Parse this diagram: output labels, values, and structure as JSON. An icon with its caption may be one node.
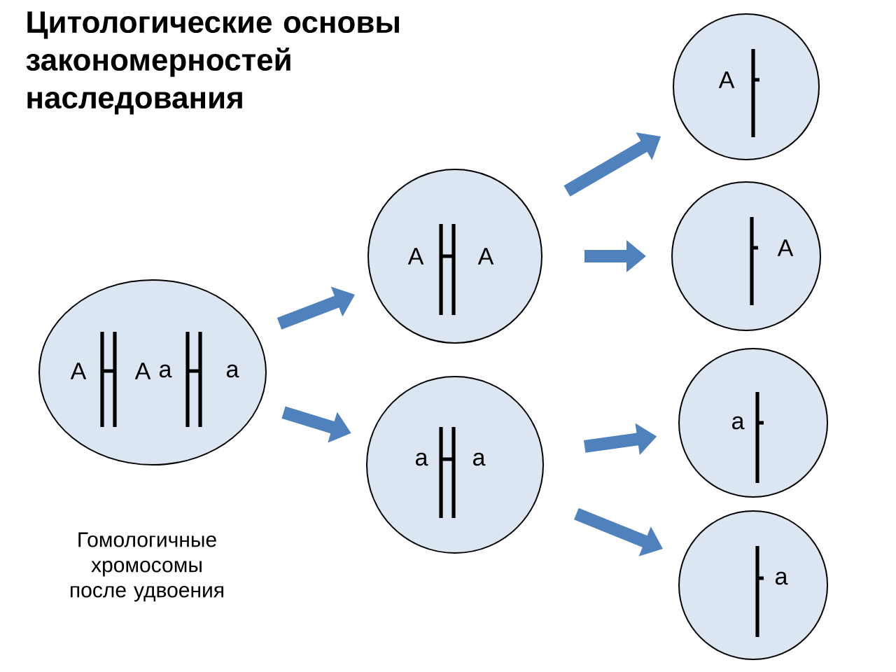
{
  "diagram": {
    "title": "Цитологические основы закономерностей наследования",
    "nodes": [
      {
        "text": [
          "A",
          "A",
          "a",
          "a"
        ],
        "beside": [
          "Гомологичные хромосомы после удвоения"
        ]
      },
      {
        "text": [
          "A",
          "A"
        ]
      },
      {
        "text": [
          "a",
          "a"
        ]
      },
      {
        "text": [
          "A"
        ]
      },
      {
        "text": [
          "A"
        ]
      },
      {
        "text": [
          "a"
        ]
      },
      {
        "text": [
          "a"
        ]
      }
    ],
    "edges": [
      {
        "from": 0,
        "to": 1,
        "arrow": "to"
      },
      {
        "from": 0,
        "to": 2,
        "arrow": "to"
      },
      {
        "from": 1,
        "to": 3,
        "arrow": "to"
      },
      {
        "from": 1,
        "to": 4,
        "arrow": "to"
      },
      {
        "from": 2,
        "to": 5,
        "arrow": "to"
      },
      {
        "from": 2,
        "to": 6,
        "arrow": "to"
      }
    ]
  }
}
